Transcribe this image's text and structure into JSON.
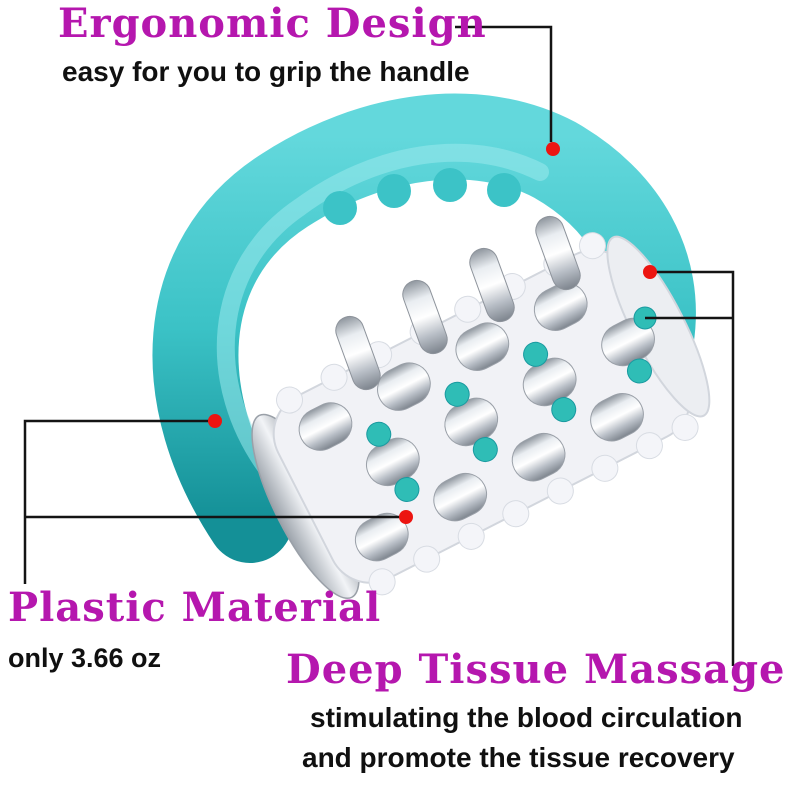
{
  "colors": {
    "accent": "#b517ae",
    "ink": "#101010",
    "teal": "#3cc3c7",
    "tealDark": "#189aa2",
    "tealLight": "#93e8ea",
    "ball": "#2fbdb6",
    "marker": "#ec1511",
    "line": "#141414"
  },
  "product_image": "handheld-fascia-massage-roller",
  "annotations": {
    "ergonomic": {
      "title": "Ergonomic Design",
      "subtitle": "easy for you to grip the handle"
    },
    "material": {
      "title": "Plastic Material",
      "subtitle": "only 3.66 oz"
    },
    "massage": {
      "title": "Deep Tissue Massage",
      "line1": "stimulating the blood circulation",
      "line2": "and promote the tissue recovery"
    }
  }
}
